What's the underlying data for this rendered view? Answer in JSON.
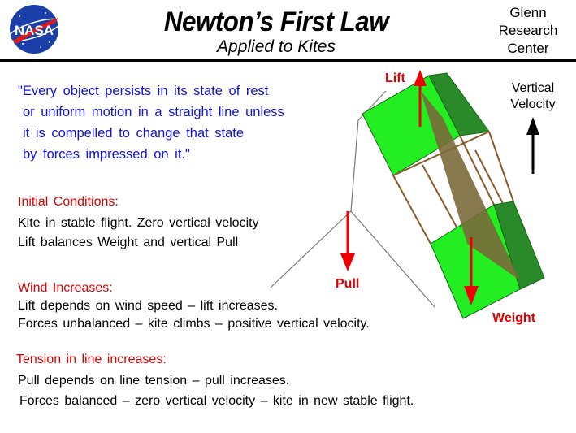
{
  "header": {
    "title": "Newton’s First Law",
    "subtitle": "Applied to Kites",
    "center_lines": [
      "Glenn",
      "Research",
      "Center"
    ],
    "logo_text": "NASA"
  },
  "quote": {
    "lines": [
      "\"Every object persists in its state of rest",
      "or uniform motion in a straight line unless",
      "it is compelled to change that state",
      "by forces impressed on it.\""
    ]
  },
  "sections": [
    {
      "heading": "Initial  Conditions:",
      "lines": [
        "Kite in stable flight.  Zero vertical  velocity",
        " Lift  balances  Weight and vertical Pull"
      ]
    },
    {
      "heading": "Wind  Increases:",
      "lines": [
        "Lift  depends  on  wind  speed  –  lift increases.",
        "Forces unbalanced –  kite climbs – positive  vertical  velocity."
      ]
    },
    {
      "heading": "Tension  in line increases:",
      "lines": [
        "Pull  depends on line tension –  pull increases.",
        "Forces  balanced  –  zero  vertical  velocity  –  kite in new stable flight."
      ]
    }
  ],
  "diagram": {
    "labels": {
      "lift": "Lift",
      "pull": "Pull",
      "weight": "Weight",
      "vertical_velocity": [
        "Vertical",
        "Velocity"
      ]
    },
    "colors": {
      "kite_green": "#22ee22",
      "kite_dark": "#2a8a2a",
      "force_arrow": "#ee0000",
      "text_red": "#e00000",
      "quote_blue": "#1010e0"
    }
  }
}
